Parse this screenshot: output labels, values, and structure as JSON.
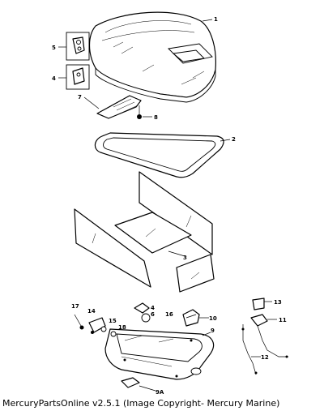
{
  "callouts": {
    "c1": "1",
    "c2": "2",
    "c3": "3",
    "c4": "4",
    "c5": "5",
    "c6": "6",
    "c7": "7",
    "c8": "8",
    "c9": "9",
    "c9a": "9A",
    "c10": "10",
    "c11": "11",
    "c12": "12",
    "c13": "13",
    "c14": "14",
    "c15": "15",
    "c16": "16",
    "c17": "17",
    "c18": "18"
  },
  "footer": {
    "copyright": "MercuryPartsOnline v2.5.1 (Image Copyright- Mercury Marine)"
  }
}
